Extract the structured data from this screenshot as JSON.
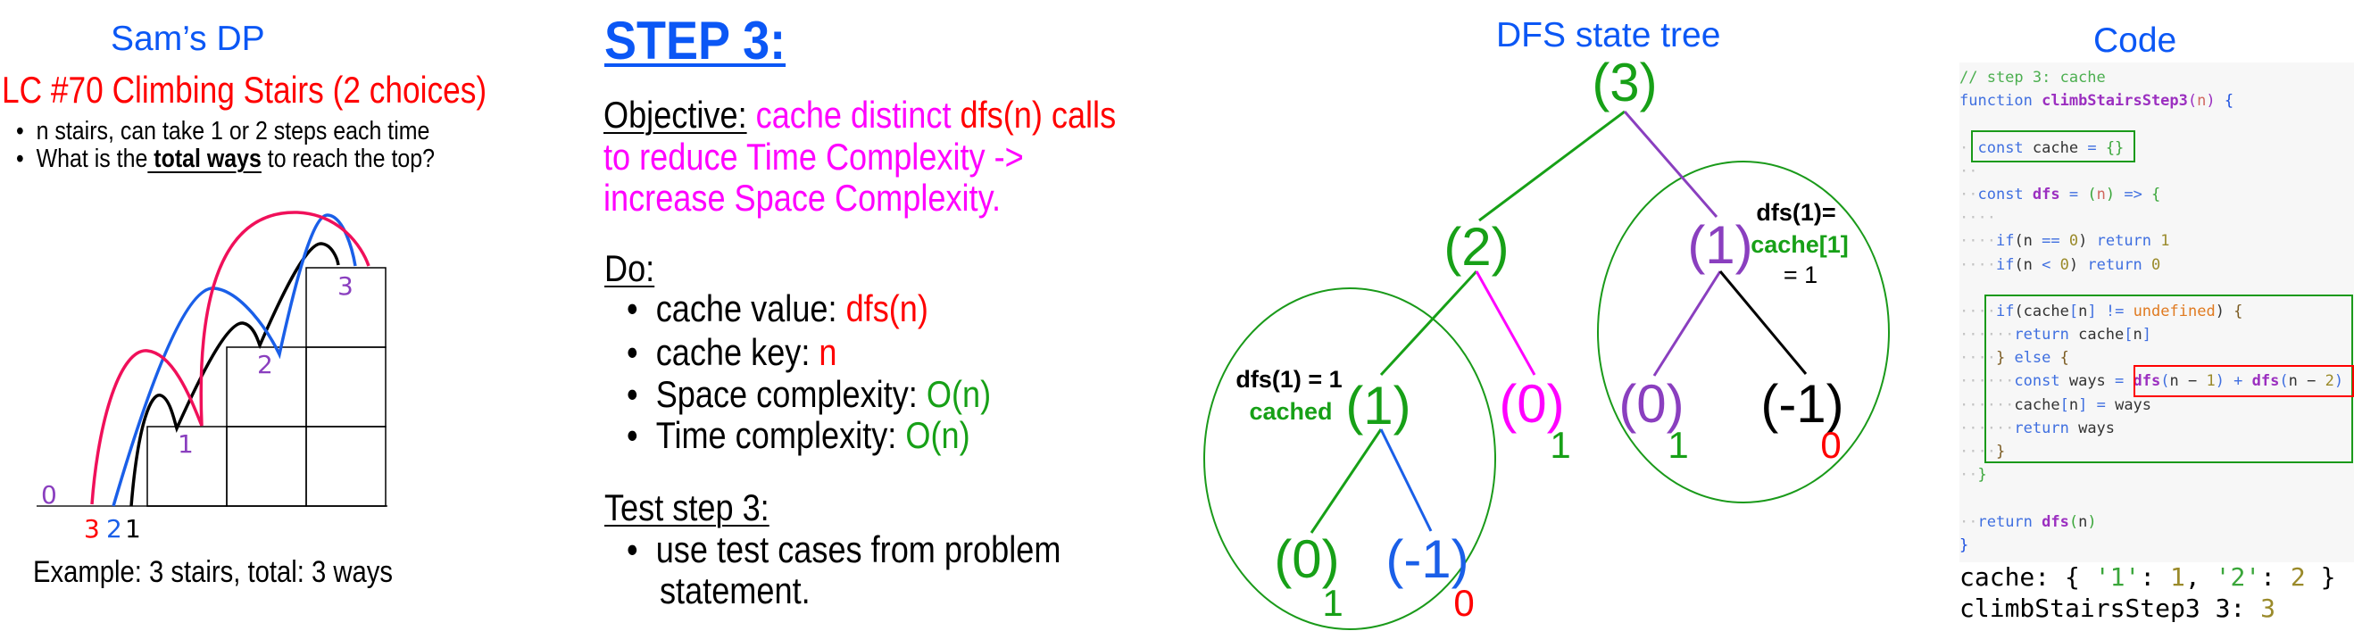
{
  "left": {
    "title": "Sam’s DP",
    "problem": "LC #70 Climbing Stairs (2 choices)",
    "bullets": {
      "b1": "n stairs, can take 1 or 2 steps each time",
      "b2_pre": "What is the",
      "b2_bold": " total ways",
      "b2_post": " to reach the top?"
    },
    "stair_labels": [
      "0",
      "1",
      "2",
      "3"
    ],
    "path_labels": [
      "3",
      "2",
      "1"
    ],
    "example": "Example: 3 stairs, total: 3 ways"
  },
  "middle": {
    "heading": "STEP 3:",
    "objective_label": "Objective:",
    "objective_p1": " cache distinct ",
    "objective_p2": "dfs(n) calls",
    "objective_l2": "to reduce Time Complexity ->",
    "objective_l3": "increase Space Complexity.",
    "do_label": "Do:",
    "do_items": [
      {
        "label": "cache value: ",
        "value": "dfs(n)"
      },
      {
        "label": "cache key: ",
        "value": "n"
      },
      {
        "label": "Space complexity: ",
        "value": "O(n)"
      },
      {
        "label": "Time complexity: ",
        "value": "O(n)"
      }
    ],
    "test_label": "Test step 3:",
    "test_l1": "use test cases from problem",
    "test_l2": "statement."
  },
  "tree": {
    "title": "DFS state tree",
    "nodes": [
      {
        "label": "(3)",
        "color": "#17a017"
      },
      {
        "label": "(2)",
        "color": "#17a017"
      },
      {
        "label": "(1)",
        "color": "#8a3fbf"
      },
      {
        "label": "(1)",
        "color": "#17a017"
      },
      {
        "label": "(0)",
        "color": "#ff00ff"
      },
      {
        "label": "(0)",
        "color": "#8a3fbf"
      },
      {
        "label": "(-1)",
        "color": "#000000"
      },
      {
        "label": "(0)",
        "color": "#17a017"
      },
      {
        "label": "(-1)",
        "color": "#1a5fe8"
      }
    ],
    "edge_colors": [
      "#17a017",
      "#8a3fbf",
      "#17a017",
      "#ff00ff",
      "#8a3fbf",
      "#000000",
      "#17a017",
      "#1a5fe8"
    ],
    "results": [
      {
        "value": "1",
        "color": "#17a017"
      },
      {
        "value": "1",
        "color": "#17a017"
      },
      {
        "value": "0",
        "color": "#ff0000"
      },
      {
        "value": "1",
        "color": "#17a017"
      },
      {
        "value": "0",
        "color": "#ff0000"
      }
    ],
    "right_note": {
      "l1": "dfs(1)=",
      "l2": "cache[1]",
      "l3": "= 1"
    },
    "left_note": {
      "l1": "dfs(1) = 1",
      "l2": "cached"
    }
  },
  "code": {
    "title": "Code",
    "lines": [
      [
        [
          "// step 3: cache",
          "cm"
        ]
      ],
      [
        [
          "function ",
          "kw"
        ],
        [
          "climbStairsStep3",
          "fn"
        ],
        [
          "(",
          "pu"
        ],
        [
          "n",
          "pa"
        ],
        [
          ")",
          "pu"
        ],
        [
          " {",
          "kb"
        ]
      ],
      [],
      [
        [
          "· ",
          "ws"
        ],
        [
          "const ",
          "kw"
        ],
        [
          "cache ",
          "id"
        ],
        [
          "= ",
          "op"
        ],
        [
          "{}",
          "gb"
        ]
      ],
      [
        [
          "··",
          "ws"
        ]
      ],
      [
        [
          "··",
          "ws"
        ],
        [
          "const ",
          "kw"
        ],
        [
          "dfs",
          "fn"
        ],
        [
          " = ",
          "op"
        ],
        [
          "(",
          "gb"
        ],
        [
          "n",
          "pa"
        ],
        [
          ")",
          "gb"
        ],
        [
          " => ",
          "op"
        ],
        [
          "{",
          "gb"
        ]
      ],
      [
        [
          "····",
          "ws"
        ]
      ],
      [
        [
          "····",
          "ws"
        ],
        [
          "if",
          "kw"
        ],
        [
          "(n ",
          "id"
        ],
        [
          "==",
          "op"
        ],
        [
          " 0",
          "nu"
        ],
        [
          ") ",
          "id"
        ],
        [
          "return ",
          "kw"
        ],
        [
          "1",
          "nu"
        ]
      ],
      [
        [
          "····",
          "ws"
        ],
        [
          "if",
          "kw"
        ],
        [
          "(n ",
          "id"
        ],
        [
          "<",
          "op"
        ],
        [
          " 0",
          "nu"
        ],
        [
          ") ",
          "id"
        ],
        [
          "return ",
          "kw"
        ],
        [
          "0",
          "nu"
        ]
      ],
      [],
      [
        [
          "····",
          "ws"
        ],
        [
          "if",
          "kw"
        ],
        [
          "(cache",
          "id"
        ],
        [
          "[",
          "kw"
        ],
        [
          "n",
          "id"
        ],
        [
          "]",
          "kw"
        ],
        [
          " != ",
          "op"
        ],
        [
          "undefined",
          "un"
        ],
        [
          ") ",
          "id"
        ],
        [
          "{",
          "br"
        ]
      ],
      [
        [
          "······",
          "ws"
        ],
        [
          "return ",
          "kw"
        ],
        [
          "cache",
          "id"
        ],
        [
          "[",
          "kw"
        ],
        [
          "n",
          "id"
        ],
        [
          "]",
          "kw"
        ]
      ],
      [
        [
          "····",
          "ws"
        ],
        [
          "} ",
          "br"
        ],
        [
          "else ",
          "kw"
        ],
        [
          "{",
          "br"
        ]
      ],
      [
        [
          "······",
          "ws"
        ],
        [
          "const ",
          "kw"
        ],
        [
          "ways ",
          "id"
        ],
        [
          "= ",
          "op"
        ],
        [
          "dfs",
          "fn"
        ],
        [
          "(",
          "kw"
        ],
        [
          "n − ",
          "id"
        ],
        [
          "1",
          "nu"
        ],
        [
          ")",
          "kw"
        ],
        [
          " + ",
          "op"
        ],
        [
          "dfs",
          "fn"
        ],
        [
          "(",
          "kw"
        ],
        [
          "n − ",
          "id"
        ],
        [
          "2",
          "nu"
        ],
        [
          ")",
          "kw"
        ]
      ],
      [
        [
          "······",
          "ws"
        ],
        [
          "cache",
          "id"
        ],
        [
          "[",
          "kw"
        ],
        [
          "n",
          "id"
        ],
        [
          "]",
          "kw"
        ],
        [
          " = ",
          "op"
        ],
        [
          "ways",
          "id"
        ]
      ],
      [
        [
          "······",
          "ws"
        ],
        [
          "return ",
          "kw"
        ],
        [
          "ways",
          "id"
        ]
      ],
      [
        [
          "····",
          "ws"
        ],
        [
          "}",
          "br"
        ]
      ],
      [
        [
          "··",
          "ws"
        ],
        [
          "}",
          "gb"
        ]
      ],
      [],
      [
        [
          "··",
          "ws"
        ],
        [
          "return ",
          "kw"
        ],
        [
          "dfs",
          "fn"
        ],
        [
          "(",
          "gb"
        ],
        [
          "n",
          "id"
        ],
        [
          ")",
          "gb"
        ]
      ],
      [
        [
          "}",
          "kb"
        ]
      ]
    ],
    "output": {
      "l1": [
        [
          "cache: { ",
          "id"
        ],
        [
          "'1'",
          "gb"
        ],
        [
          ": ",
          "id"
        ],
        [
          "1",
          "nu"
        ],
        [
          ", ",
          "id"
        ],
        [
          "'2'",
          "gb"
        ],
        [
          ": ",
          "id"
        ],
        [
          "2",
          "nu"
        ],
        [
          " }",
          "id"
        ]
      ],
      "l2": [
        [
          "climbStairsStep3 3: ",
          "id"
        ],
        [
          "3",
          "nu"
        ]
      ]
    },
    "highlight_colors": {
      "cache_box": "#1a9a1a",
      "call_box": "#ff0000"
    }
  }
}
